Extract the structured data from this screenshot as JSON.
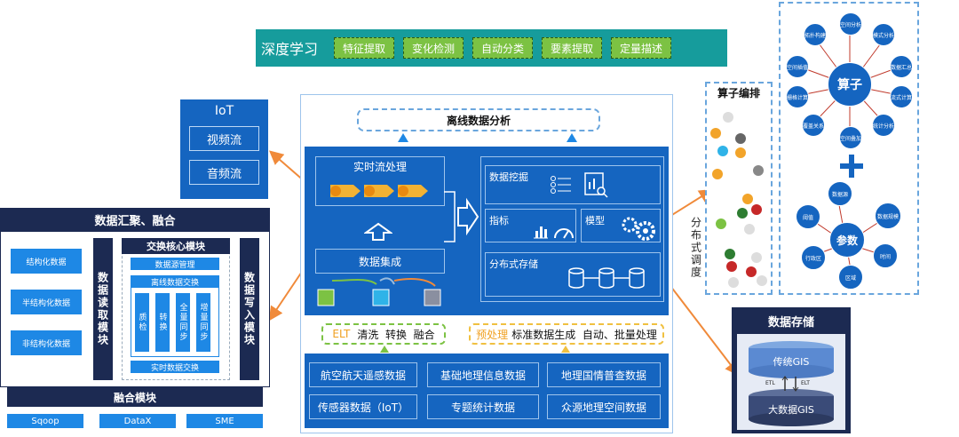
{
  "deep_learning": {
    "title": "深度学习",
    "items": [
      "特征提取",
      "变化检测",
      "自动分类",
      "要素提取",
      "定量描述"
    ]
  },
  "iot": {
    "title": "IoT",
    "items": [
      "视频流",
      "音频流"
    ]
  },
  "aggregation": {
    "title": "数据汇聚、融合",
    "left_items": [
      "结构化数据",
      "半结构化数据",
      "非结构化数据"
    ],
    "read_module": "数据读取模块",
    "write_module": "数据写入模块",
    "core_title": "交换核心模块",
    "core_items": [
      "数据源管理",
      "离线数据交换",
      "实时数据交换"
    ],
    "core_sub": [
      "质检",
      "转换",
      "全量同步",
      "增量同步"
    ],
    "fusion_title": "融合模块",
    "fusion_items": [
      "Sqoop",
      "DataX",
      "SME"
    ]
  },
  "center": {
    "offline": "离线数据分析",
    "realtime": "实时流处理",
    "integration": "数据集成",
    "mining": "数据挖掘",
    "metrics": "指标",
    "model": "模型",
    "storage": "分布式存储",
    "elt_label": "ELT",
    "elt_text": "清洗  转换  融合",
    "pre_label": "预处理",
    "pre_text": "标准数据生成  自动、批量处理",
    "sources": [
      "航空航天遥感数据",
      "基础地理信息数据",
      "地理国情普查数据",
      "传感器数据（IoT）",
      "专题统计数据",
      "众源地理空间数据"
    ]
  },
  "operator_arrange": {
    "title": "算子编排"
  },
  "scheduling": "分布式调度",
  "operator": {
    "title": "算子",
    "nodes": [
      "空间分析",
      "模式分析",
      "数据汇总",
      "流式计算",
      "统计分析",
      "空间叠加",
      "覆盖关系",
      "栅格计算",
      "空间插值",
      "拓扑构建"
    ]
  },
  "params": {
    "title": "参数",
    "nodes": [
      "数据源",
      "数据规模",
      "时间",
      "区域",
      "行政区",
      "阈值"
    ]
  },
  "data_storage": {
    "title": "数据存储",
    "traditional": "传统GIS",
    "bigdata": "大数据GIS",
    "elt_left": "ETL",
    "elt_right": "ELT"
  },
  "colors": {
    "navy": "#1c2a52",
    "blue": "#1565c0",
    "teal": "#169c9c",
    "green": "#7cc243",
    "orange": "#f08a3a"
  }
}
